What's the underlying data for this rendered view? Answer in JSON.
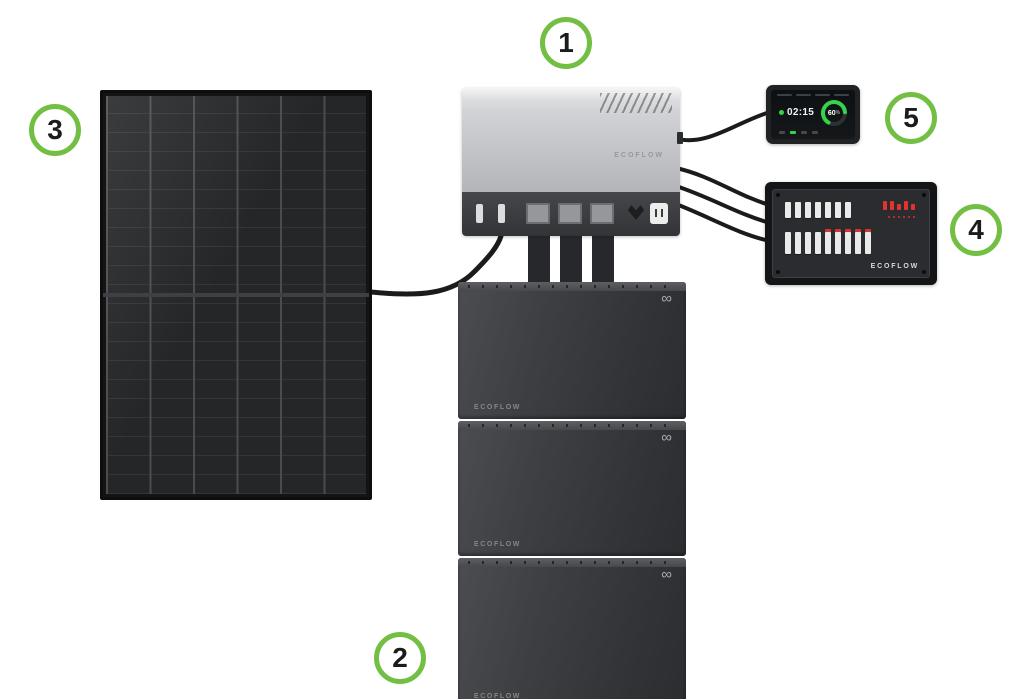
{
  "callouts": {
    "inverter": "1",
    "battery": "2",
    "solar": "3",
    "dist_panel": "4",
    "monitor": "5"
  },
  "inverter": {
    "brand": "ECOFLOW"
  },
  "battery": {
    "brand": "ECOFLOW",
    "logo": "∞"
  },
  "dist_panel": {
    "brand": "ECOFLOW"
  },
  "monitor": {
    "time": "02:15",
    "battery_value": "60",
    "battery_unit": "%"
  },
  "colors": {
    "accent_green": "#72bf44",
    "cable": "#1b1b1d",
    "status_green": "#35d24a",
    "status_red": "#d8322d"
  }
}
